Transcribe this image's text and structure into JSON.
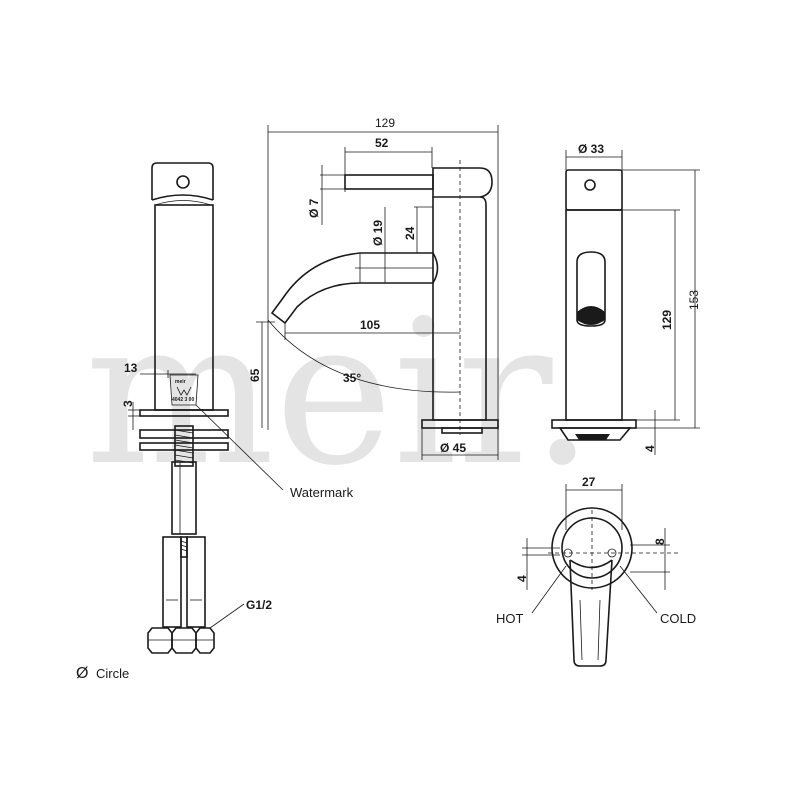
{
  "watermark_logo": "meir.",
  "dimensions": {
    "overall_depth": "129",
    "lever_length": "52",
    "lever_diameter": "Ø 7",
    "spout_diameter": "Ø 19",
    "spout_height_offset": "24",
    "spout_reach": "105",
    "spout_angle": "35°",
    "outlet_height": "65",
    "base_diameter": "Ø 45",
    "body_diameter": "Ø 33",
    "overall_height": "153",
    "body_height": "129",
    "base_plate_height": "4",
    "side_badge_width": "13",
    "side_plate_thickness": "3",
    "plan_width": "27",
    "plan_offset": "8",
    "plan_inset": "4",
    "thread_size": "G1/2"
  },
  "labels": {
    "watermark_note": "Watermark",
    "hot": "HOT",
    "cold": "COLD"
  },
  "legend": {
    "symbol": "Ø",
    "text": "Circle"
  }
}
